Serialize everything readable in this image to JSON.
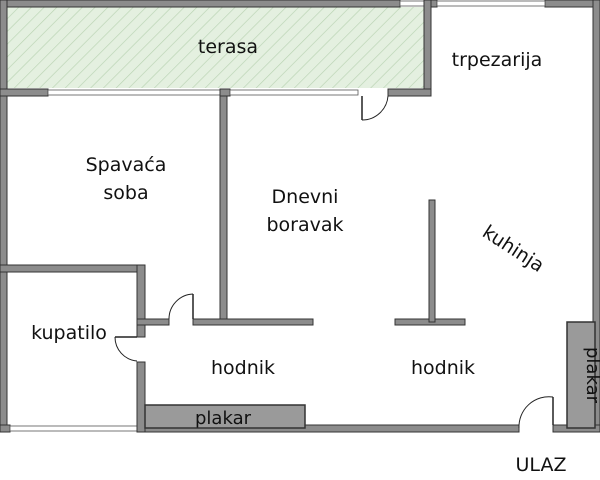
{
  "rooms": {
    "terrace": "terasa",
    "dining": "trpezarija",
    "bedroom_line1": "Spavaća",
    "bedroom_line2": "soba",
    "living_line1": "Dnevni",
    "living_line2": "boravak",
    "kitchen": "kuhinja",
    "bathroom": "kupatilo",
    "hallway_left": "hodnik",
    "hallway_right": "hodnik"
  },
  "closets": {
    "bottom": "plakar",
    "right": "plakar"
  },
  "entrance": "ULAZ",
  "colors": {
    "terrace_fill": "#e4f0e0",
    "terrace_hatch": "#b9d3b3",
    "wall": "#8c8c8c",
    "closet": "#9a9a9a"
  }
}
